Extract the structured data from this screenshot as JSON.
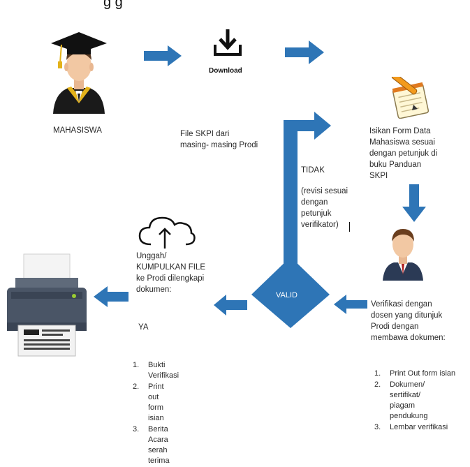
{
  "title_fragment": "g     g",
  "download_label": "Download",
  "mahasiswa_label": "MAHASISWA",
  "file_skpi_text": "File SKPI dari masing- masing Prodi",
  "isikan_text": "Isikan Form Data Mahasiswa sesuai dengan petunjuk di buku Panduan SKPI",
  "tidak_label": "TIDAK",
  "revisi_text": "(revisi sesuai dengan petunjuk verifikator)",
  "unggah_text": "Unggah/ KUMPULKAN FILE ke      Prodi dilengkapi dokumen:",
  "ya_label": "YA",
  "valid_label": "VALID",
  "verifikasi_text": "Verifikasi dengan dosen yang ditunjuk Prodi dengan membawa dokumen:",
  "left_list": [
    {
      "num": "1.",
      "text": "Bukti Verifikasi"
    },
    {
      "num": "2.",
      "text": "Print out form isian"
    },
    {
      "num": "3.",
      "text": "Berita Acara serah terima"
    }
  ],
  "right_list": [
    {
      "num": "1.",
      "text": "Print Out form isian"
    },
    {
      "num": "2.",
      "text": "Dokumen/ sertifikat/ piagam pendukung"
    },
    {
      "num": "3.",
      "text": "Lembar verifikasi"
    }
  ],
  "colors": {
    "arrow": "#2e75b6",
    "diamond": "#2e75b6"
  }
}
